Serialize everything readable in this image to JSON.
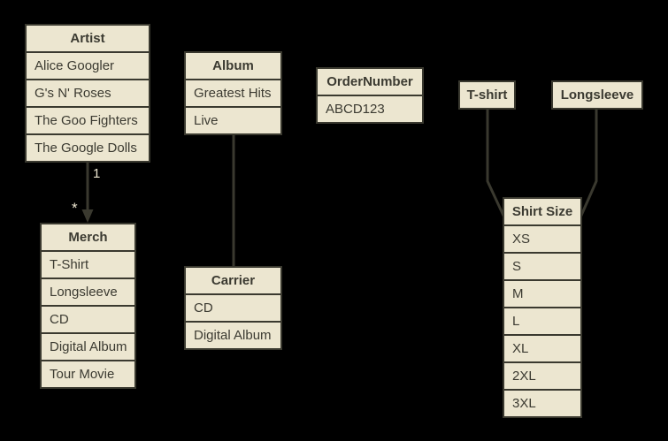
{
  "canvas": {
    "background_color": "#000000",
    "box_fill_color": "#ece6d0",
    "line_color": "#3a392f",
    "text_color": "#3b3a31"
  },
  "tables": {
    "artist": {
      "title": "Artist",
      "rows": [
        "Alice Googler",
        "G's N' Roses",
        "The Goo Fighters",
        "The Google Dolls"
      ]
    },
    "album": {
      "title": "Album",
      "rows": [
        "Greatest Hits",
        "Live"
      ]
    },
    "order_number": {
      "title": "OrderNumber",
      "rows": [
        "ABCD123"
      ]
    },
    "tshirt": {
      "title": "T-shirt",
      "rows": []
    },
    "longsleeve": {
      "title": "Longsleeve",
      "rows": []
    },
    "merch": {
      "title": "Merch",
      "rows": [
        "T-Shirt",
        "Longsleeve",
        "CD",
        "Digital Album",
        "Tour Movie"
      ]
    },
    "carrier": {
      "title": "Carrier",
      "rows": [
        "CD",
        "Digital Album"
      ]
    },
    "shirt_size": {
      "title": "Shirt Size",
      "rows": [
        "XS",
        "S",
        "M",
        "L",
        "XL",
        "2XL",
        "3XL"
      ]
    }
  },
  "connectors": [
    {
      "id": "artist-merch",
      "from": "Artist",
      "to": "Merch",
      "type": "arrow",
      "label_source": "1",
      "label_target": "*"
    },
    {
      "id": "album-carrier",
      "from": "Album",
      "to": "Carrier",
      "type": "line"
    },
    {
      "id": "tshirt-shirtsize",
      "from": "T-shirt",
      "to": "Shirt Size",
      "type": "elbow-line"
    },
    {
      "id": "longsleeve-shirtsize",
      "from": "Longsleeve",
      "to": "Shirt Size",
      "type": "elbow-line"
    }
  ]
}
